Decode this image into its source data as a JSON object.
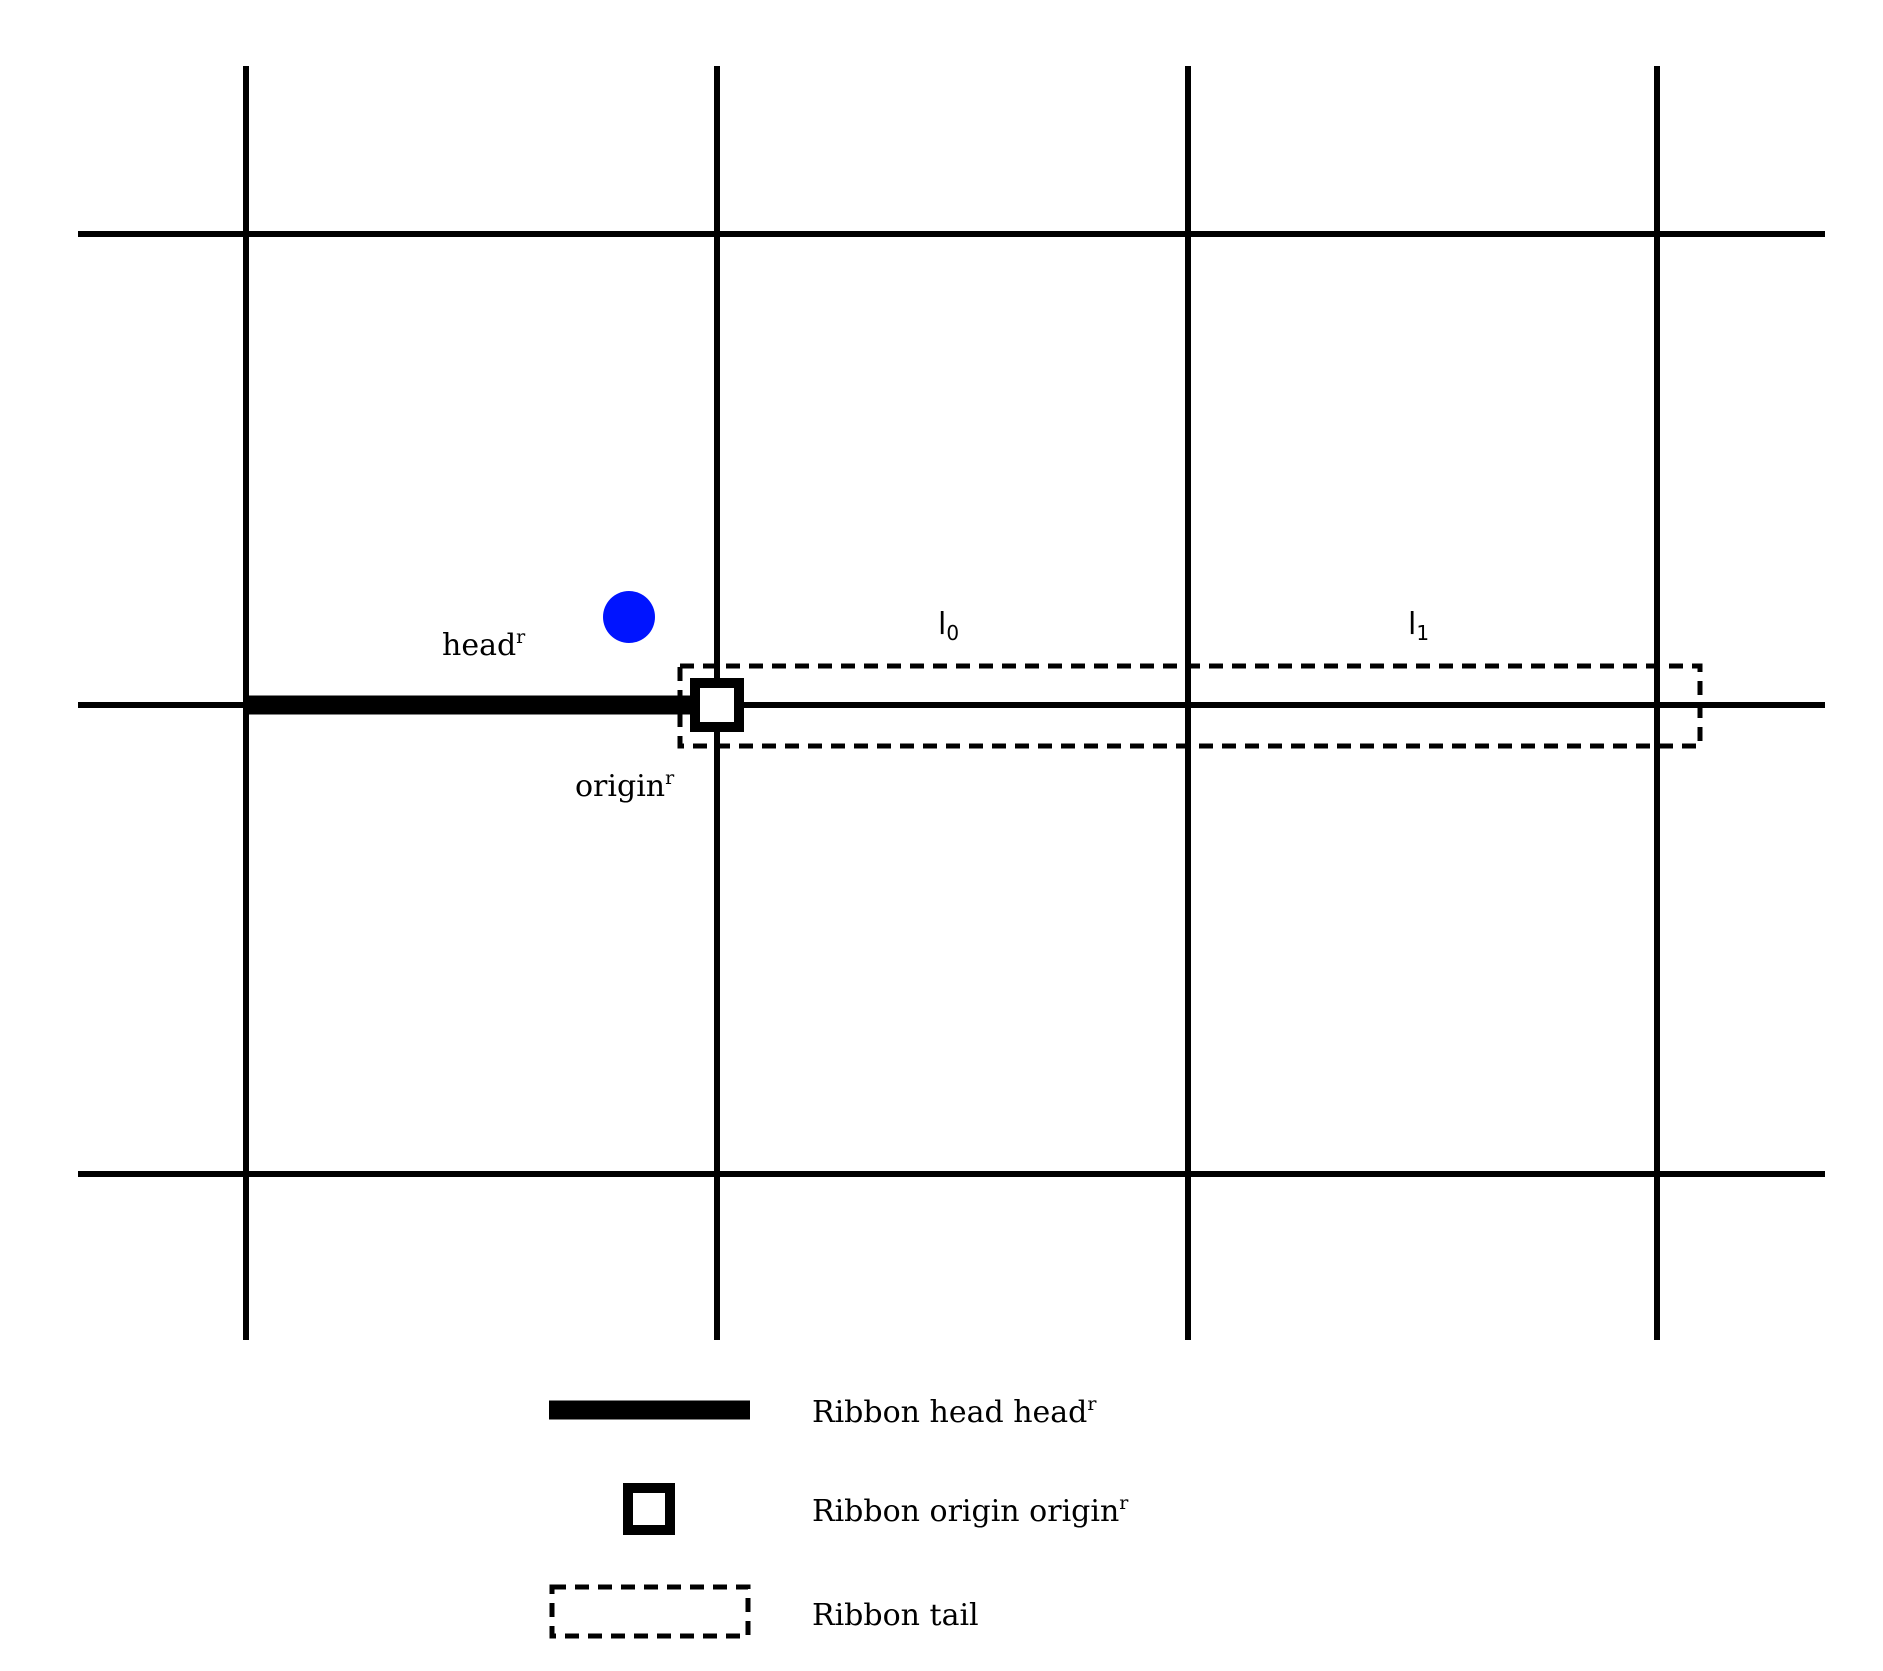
{
  "colors": {
    "grid": "#000000",
    "agent_dot": "#0014ff",
    "background": "#ffffff"
  },
  "labels": {
    "head": "head",
    "head_sup": "r",
    "origin": "origin",
    "origin_sup": "r",
    "l0": "l",
    "l0_sub": "0",
    "l1": "l",
    "l1_sub": "1"
  },
  "legend": {
    "items": [
      {
        "icon": "thick-line-icon",
        "text": "Ribbon head head",
        "sup": "r"
      },
      {
        "icon": "hollow-square-icon",
        "text": "Ribbon origin origin",
        "sup": "r"
      },
      {
        "icon": "dashed-rectangle-icon",
        "text": "Ribbon tail",
        "sup": ""
      }
    ]
  }
}
